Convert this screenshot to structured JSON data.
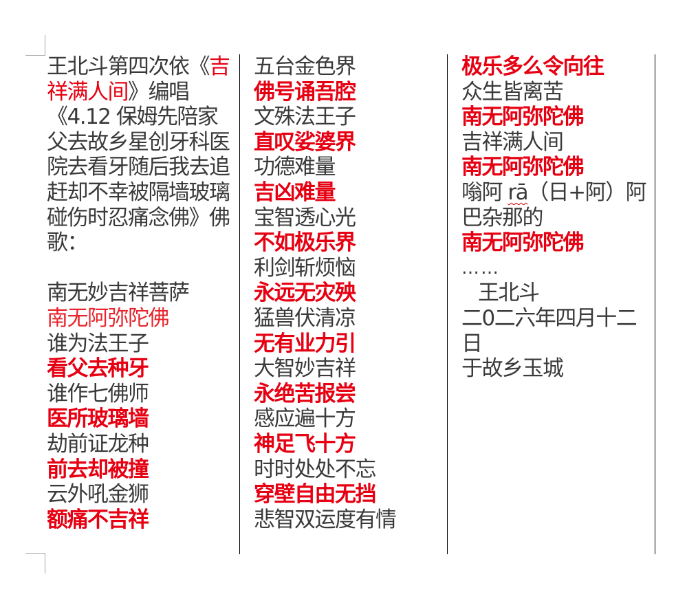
{
  "document": {
    "colors": {
      "text": "#3a3a3a",
      "accent_red": "#e60012",
      "rule": "#000000",
      "margin_mark": "#a6a6a6"
    },
    "column1": {
      "intro": {
        "part1": "王北斗第四次依《",
        "part2_red": "吉祥满人间",
        "part3": "》编唱《4.12 保姆先陪家父去故乡星创牙科医院去看牙随后我去追赶却不幸被隔墙玻璃碰伤时忍痛念佛》佛歌："
      },
      "lines": [
        {
          "text": "南无妙吉祥菩萨",
          "style": "normal"
        },
        {
          "text": "南无阿弥陀佛",
          "style": "red-light"
        },
        {
          "text": "谁为法王子",
          "style": "normal"
        },
        {
          "text": "看父去种牙",
          "style": "red-bold"
        },
        {
          "text": "谁作七佛师",
          "style": "normal"
        },
        {
          "text": "医所玻璃墙",
          "style": "red-bold"
        },
        {
          "text": "劫前证龙种",
          "style": "normal"
        },
        {
          "text": "前去却被撞",
          "style": "red-bold"
        },
        {
          "text": "云外吼金狮",
          "style": "normal"
        },
        {
          "text": "额痛不吉祥",
          "style": "red-bold"
        }
      ]
    },
    "column2": {
      "lines": [
        {
          "text": "五台金色界",
          "style": "normal"
        },
        {
          "text": "佛号诵吾腔",
          "style": "red-bold"
        },
        {
          "text": "文殊法王子",
          "style": "normal"
        },
        {
          "text": "直叹娑婆界",
          "style": "red-bold"
        },
        {
          "text": "功德难量",
          "style": "normal"
        },
        {
          "text": "吉凶难量",
          "style": "red-bold"
        },
        {
          "text": "宝智透心光",
          "style": "normal"
        },
        {
          "text": "不如极乐界",
          "style": "red-bold"
        },
        {
          "text": "利剑斩烦恼",
          "style": "normal"
        },
        {
          "text": "永远无灾殃",
          "style": "red-bold"
        },
        {
          "text": "猛兽伏清凉",
          "style": "normal"
        },
        {
          "text": "无有业力引",
          "style": "red-bold"
        },
        {
          "text": "大智妙吉祥",
          "style": "normal"
        },
        {
          "text": "永绝苦报尝",
          "style": "red-bold"
        },
        {
          "text": "感应遍十方",
          "style": "normal"
        },
        {
          "text": "神足飞十方",
          "style": "red-bold"
        },
        {
          "text": "时时处处不忘",
          "style": "normal"
        },
        {
          "text": "穿壁自由无挡",
          "style": "red-bold"
        },
        {
          "text": "悲智双运度有情",
          "style": "normal"
        }
      ]
    },
    "column3": {
      "lines": [
        {
          "text": "极乐多么令向往",
          "style": "red-bold"
        },
        {
          "text": "众生皆离苦",
          "style": "normal"
        },
        {
          "text": "南无阿弥陀佛",
          "style": "red-bold"
        },
        {
          "text": "吉祥满人间",
          "style": "normal"
        },
        {
          "text": "南无阿弥陀佛",
          "style": "red-bold"
        }
      ],
      "mantra": {
        "part1": "嗡阿 ",
        "pinyin_flagged": "rā",
        "part2": "（日+阿）阿",
        "line2": "巴杂那的"
      },
      "closing_red": "南无阿弥陀佛",
      "ellipsis": "……",
      "signature": "王北斗",
      "date_line1": "二0二六年四月十二",
      "date_line2": "日",
      "place": "于故乡玉城"
    }
  }
}
